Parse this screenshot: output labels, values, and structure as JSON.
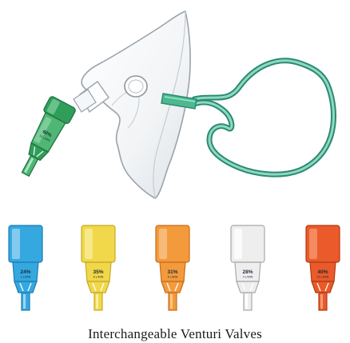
{
  "caption": "Interchangeable Venturi Valves",
  "mask_valve": {
    "percent": "60%",
    "flow": "15 L/MIN",
    "color": "#2f9e5a"
  },
  "valves": [
    {
      "percent": "24%",
      "flow": "2 L/MIN",
      "color": "#35a8e0",
      "light": "#9fd6f3",
      "dark": "#1f7bb0"
    },
    {
      "percent": "35%",
      "flow": "8 L/MIN",
      "color": "#f0d84a",
      "light": "#faeea0",
      "dark": "#c7a923"
    },
    {
      "percent": "31%",
      "flow": "6 L/MIN",
      "color": "#f39a3d",
      "light": "#f8c68d",
      "dark": "#c76d18"
    },
    {
      "percent": "28%",
      "flow": "4 L/MIN",
      "color": "#eeeeee",
      "light": "#ffffff",
      "dark": "#a9a9a9"
    },
    {
      "percent": "40%",
      "flow": "10 L/MIN",
      "color": "#ea5a2a",
      "light": "#f59b73",
      "dark": "#b53a12"
    }
  ],
  "colors": {
    "tubing": "#3aa58a",
    "mask_outline": "#9aa3ab"
  }
}
